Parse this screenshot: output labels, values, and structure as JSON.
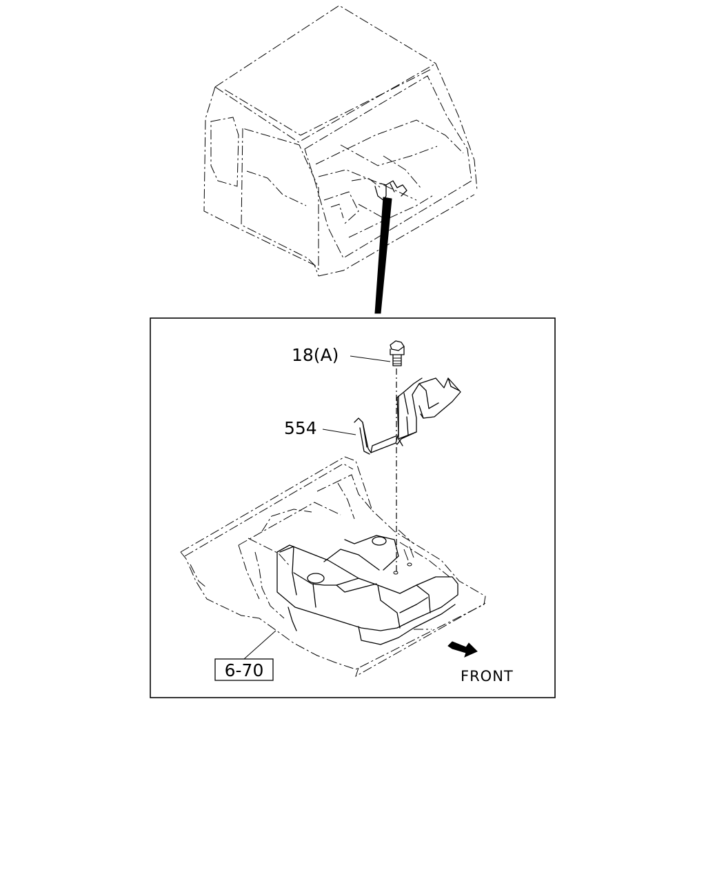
{
  "callouts": {
    "bolt": "18(A)",
    "bracket": "554",
    "floor_ref": "6-70"
  },
  "direction": {
    "front_label": "FRONT"
  },
  "icons": [
    "front-arrow-icon"
  ]
}
